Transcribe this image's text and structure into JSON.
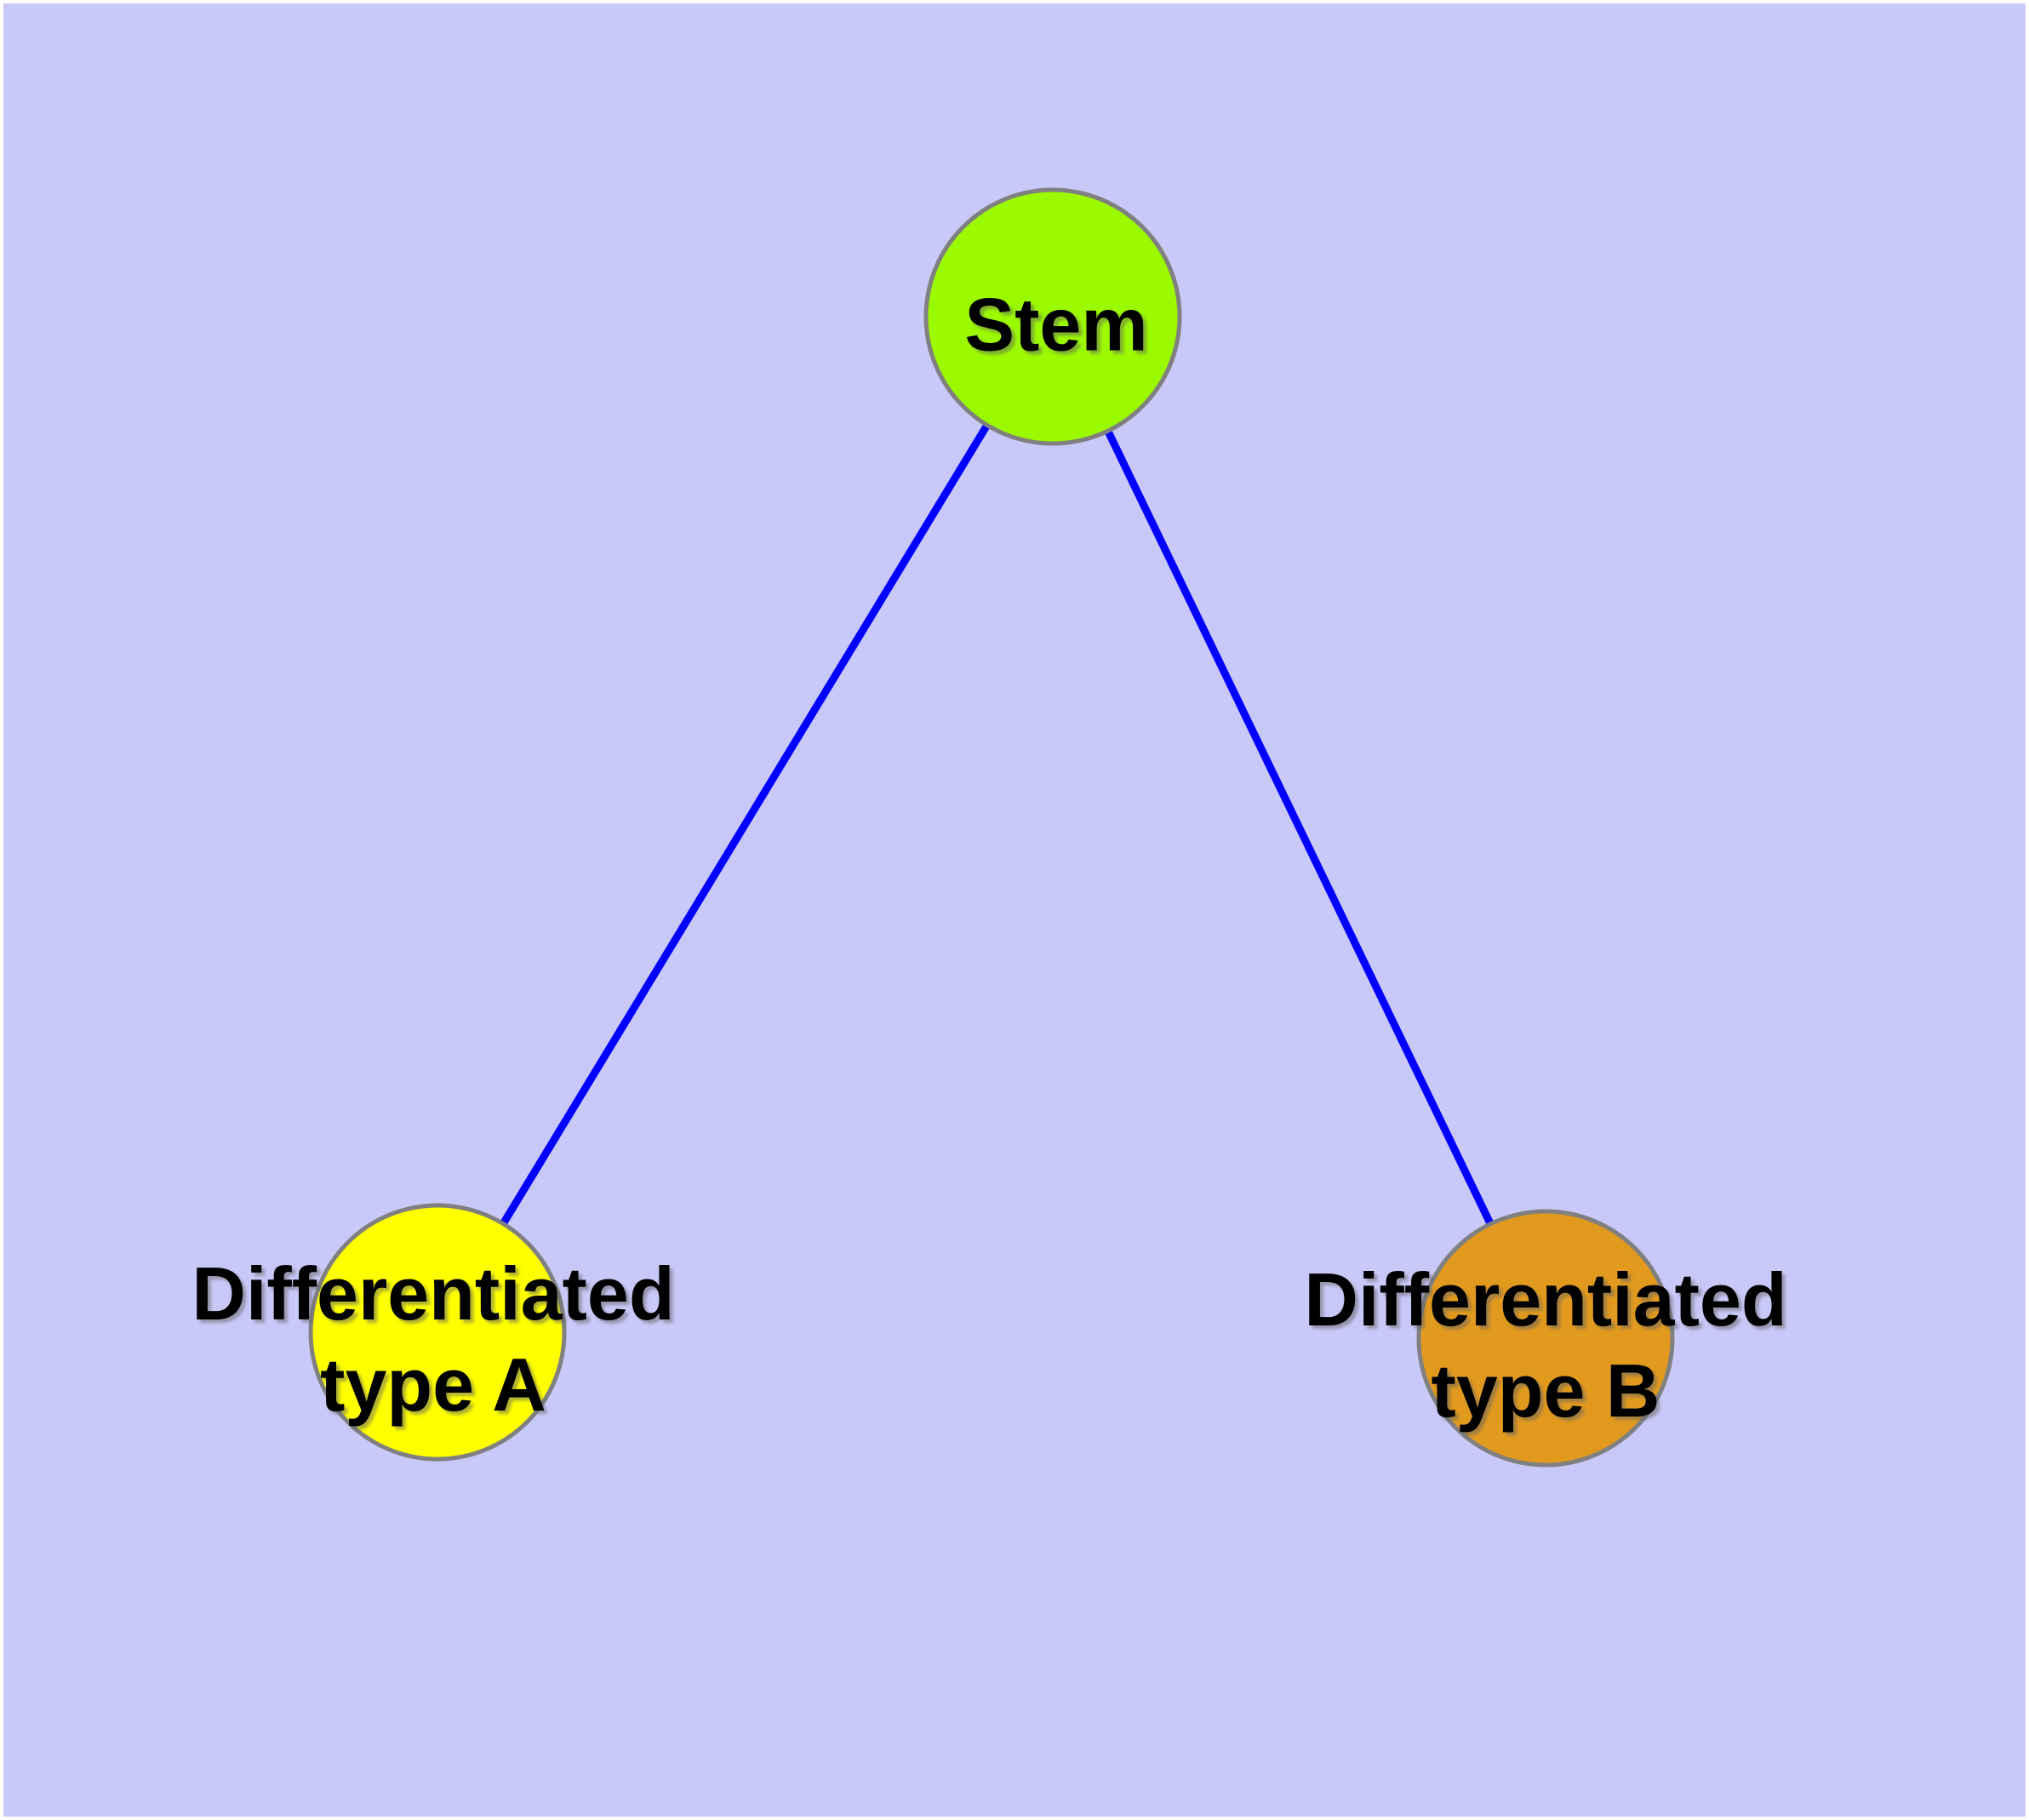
{
  "diagram": {
    "background_color": "#C9C9F9",
    "frame_color": "#FFFFFF",
    "node_border_color": "#808080",
    "edge_color": "#0000FF",
    "label_color": "#000000",
    "nodes": {
      "stem": {
        "label": "Stem",
        "fill": "#9BF900"
      },
      "differentiated_a": {
        "label_line1": "Differentiated",
        "label_line2": "type A",
        "fill": "#FFFF00"
      },
      "differentiated_b": {
        "label_line1": "Differentiated",
        "label_line2": "type B",
        "fill": "#E29A1E"
      }
    },
    "edges": {
      "stem_to_a": {
        "from": "Stem",
        "to": "Differentiated type A",
        "color": "#0000FF"
      },
      "stem_to_b": {
        "from": "Stem",
        "to": "Differentiated type B",
        "color": "#0000FF"
      }
    }
  }
}
